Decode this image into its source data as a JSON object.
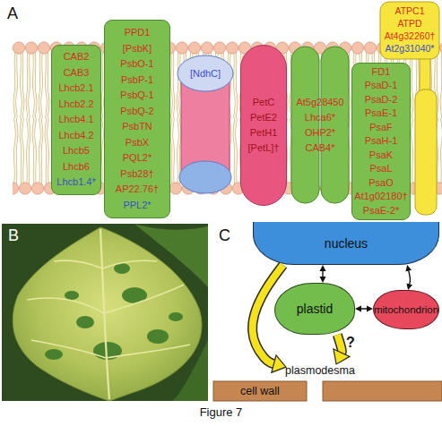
{
  "diagram": {
    "caption": "Figure 7",
    "nodes": [
      {
        "text": [
          "CAB2",
          "CAB3",
          "Lhcb2.1",
          "Lhcb2.2",
          "Lhcb4.1",
          "Lhcb4.2",
          "Lhcb5",
          "Lhcb6",
          "Lhcb1.4*"
        ]
      },
      {
        "text": [
          "PPD1",
          "[PsbK]",
          "PsbO-1",
          "PsbP-1",
          "PsbQ-1",
          "PsbQ-2",
          "PsbTN",
          "PsbX",
          "PQL2*",
          "Psb28†",
          "AP22.76†",
          "PPL2*"
        ]
      },
      {
        "text": [
          "[NdhC]"
        ]
      },
      {
        "text": [
          "PetC",
          "PetE2",
          "PetH1",
          "[PetL]†"
        ]
      },
      {
        "text": [
          "At5g28450",
          "Lhca6*",
          "OHP2*",
          "CAB4*"
        ]
      },
      {
        "text": [
          "FD1",
          "PsaD-1",
          "PsaD-2",
          "PsaE-1",
          "PsaF",
          "PsaH-1",
          "PsaK",
          "PsaL",
          "PsaO",
          "At1g02180†",
          "PsaE-2*"
        ]
      },
      {
        "text": [
          "ATPC1",
          "ATPD",
          "At4g32260†",
          "At2g31040*"
        ]
      },
      {
        "text": [
          "nucleus"
        ]
      },
      {
        "text": [
          "plastid"
        ]
      },
      {
        "text": [
          "mitochondrion"
        ]
      },
      {
        "text": [
          "plasmodesma"
        ]
      },
      {
        "text": [
          "cell wall"
        ]
      }
    ],
    "edges": [
      {
        "from": 7,
        "to": 8,
        "arrow": "both"
      },
      {
        "from": 7,
        "to": 9,
        "arrow": "both"
      },
      {
        "from": 8,
        "to": 9,
        "arrow": "both"
      },
      {
        "from": 7,
        "to": 10,
        "arrow": "to"
      },
      {
        "from": 8,
        "to": 10,
        "arrow": "to",
        "label": "?"
      }
    ],
    "labels": [
      "A",
      "B",
      "C"
    ]
  }
}
